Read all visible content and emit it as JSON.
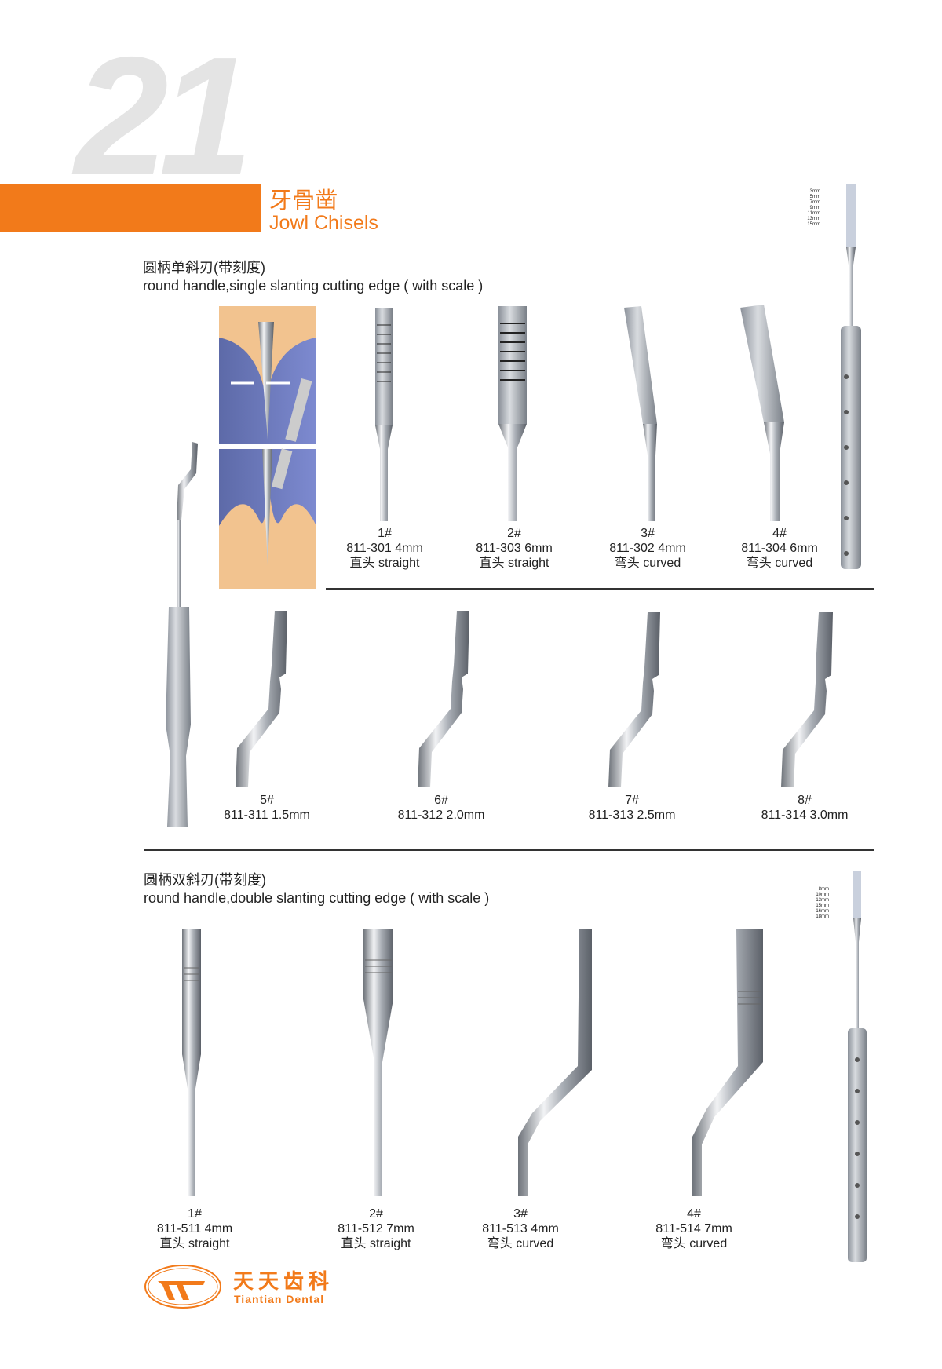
{
  "page_number": "21",
  "title": {
    "cn": "牙骨凿",
    "en": "Jowl Chisels"
  },
  "section1": {
    "cn": "圆柄单斜刃(带刻度)",
    "en": "round handle,single slanting cutting edge ( with scale )",
    "scale_marks": [
      "3",
      "5",
      "7",
      "9",
      "11",
      "13",
      "15"
    ],
    "scale_legend": [
      "3mm",
      "5mm",
      "7mm",
      "9mm",
      "11mm",
      "13mm",
      "15mm"
    ],
    "row1": [
      {
        "num": "1#",
        "code": "811-301  4mm",
        "type": "直头  straight"
      },
      {
        "num": "2#",
        "code": "811-303  6mm",
        "type": "直头  straight"
      },
      {
        "num": "3#",
        "code": "811-302   4mm",
        "type": "弯头  curved"
      },
      {
        "num": "4#",
        "code": "811-304   6mm",
        "type": "弯头  curved"
      }
    ],
    "row2": [
      {
        "num": "5#",
        "code": "811-311  1.5mm"
      },
      {
        "num": "6#",
        "code": "811-312  2.0mm"
      },
      {
        "num": "7#",
        "code": "811-313   2.5mm"
      },
      {
        "num": "8#",
        "code": "811-314   3.0mm"
      }
    ]
  },
  "section2": {
    "cn": "圆柄双斜刃(带刻度)",
    "en": "round handle,double slanting cutting edge ( with scale )",
    "scale_legend": [
      "8mm",
      "10mm",
      "13mm",
      "15mm",
      "16mm",
      "18mm"
    ],
    "row": [
      {
        "num": "1#",
        "code": "811-511  4mm",
        "type": "直头  straight"
      },
      {
        "num": "2#",
        "code": "811-512  7mm",
        "type": "直头  straight"
      },
      {
        "num": "3#",
        "code": "811-513   4mm",
        "type": "弯头  curved"
      },
      {
        "num": "4#",
        "code": "811-514   7mm",
        "type": "弯头  curved"
      }
    ]
  },
  "logo": {
    "cn": "天天齿科",
    "en": "Tiantian Dental"
  },
  "colors": {
    "accent": "#f27a1a",
    "steel": "#b8bcc4"
  }
}
